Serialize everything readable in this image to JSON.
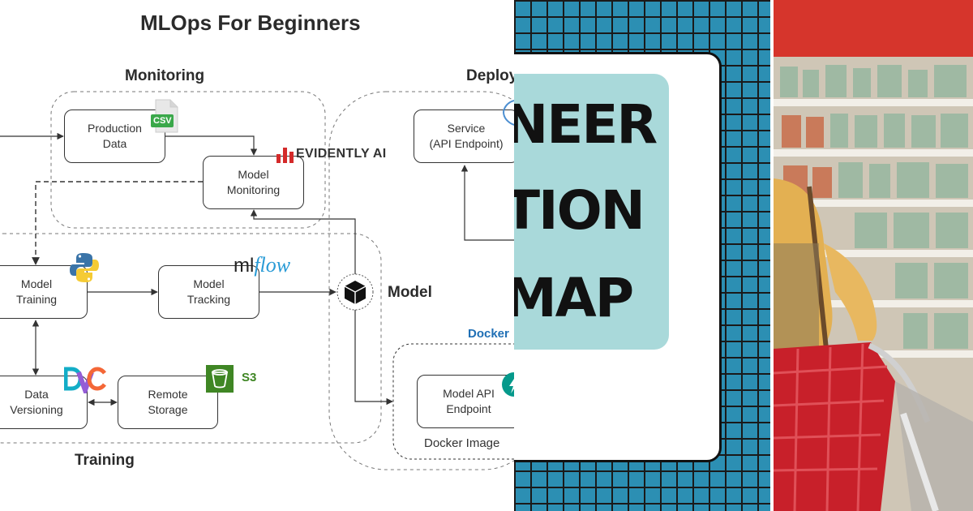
{
  "diagram": {
    "title": "MLOps For Beginners",
    "groups": {
      "monitoring": "Monitoring",
      "deployment": "Deploy",
      "model": "Model",
      "training": "Training",
      "docker": "Docker"
    },
    "nodes": {
      "production_data": "Production\nData",
      "model_monitoring": "Model\nMonitoring",
      "service": "Service\n(API Endpoint)",
      "model_training": "Model\nTraining",
      "model_tracking": "Model\nTracking",
      "data_versioning": "Data\nVersioning",
      "remote_storage": "Remote\nStorage",
      "model_api_endpoint": "Model API\nEndpoint"
    },
    "docker_image_label": "Docker Image",
    "logos": {
      "csv": "CSV",
      "evidently": "EVIDENTLY AI",
      "mlflow_ml": "ml",
      "mlflow_flow": "flow",
      "dvc": "DVC",
      "s3": "S3"
    },
    "icons": [
      "csv-file-icon",
      "evidently-logo",
      "python-logo",
      "mlflow-logo",
      "dvc-logo",
      "s3-bucket-icon",
      "model-cube-icon",
      "fastapi-logo"
    ]
  },
  "poster": {
    "lines": [
      "NEER",
      "TION",
      "MAP"
    ]
  },
  "colors": {
    "poster_blue": "#2c8fb3",
    "poster_card": "#a9d9da",
    "docker_blue": "#1f6fb5",
    "evidently_red": "#d42a2a",
    "s3_green": "#3f8624",
    "cart_red": "#c8202a"
  }
}
